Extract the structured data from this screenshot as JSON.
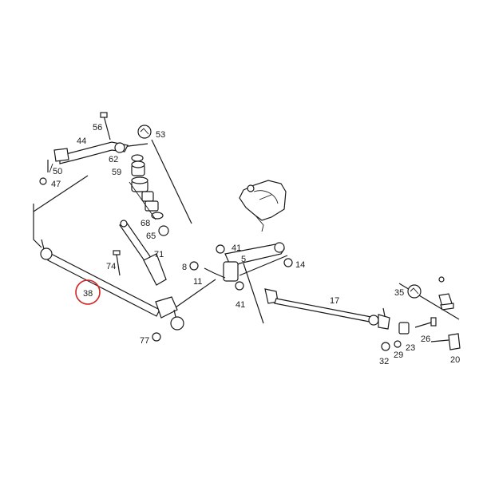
{
  "diagram": {
    "highlight_color": "#d42020",
    "highlighted_label": "38",
    "callouts": [
      {
        "id": "56",
        "text": "56"
      },
      {
        "id": "53",
        "text": "53"
      },
      {
        "id": "44",
        "text": "44"
      },
      {
        "id": "62",
        "text": "62"
      },
      {
        "id": "59",
        "text": "59"
      },
      {
        "id": "50",
        "text": "50"
      },
      {
        "id": "47",
        "text": "47"
      },
      {
        "id": "68",
        "text": "68"
      },
      {
        "id": "65",
        "text": "65"
      },
      {
        "id": "71",
        "text": "71"
      },
      {
        "id": "74",
        "text": "74"
      },
      {
        "id": "41a",
        "text": "41"
      },
      {
        "id": "5",
        "text": "5"
      },
      {
        "id": "8",
        "text": "8"
      },
      {
        "id": "14",
        "text": "14"
      },
      {
        "id": "11",
        "text": "11"
      },
      {
        "id": "41b",
        "text": "41"
      },
      {
        "id": "38",
        "text": "38"
      },
      {
        "id": "17",
        "text": "17"
      },
      {
        "id": "35",
        "text": "35"
      },
      {
        "id": "77",
        "text": "77"
      },
      {
        "id": "26",
        "text": "26"
      },
      {
        "id": "23",
        "text": "23"
      },
      {
        "id": "29",
        "text": "29"
      },
      {
        "id": "32",
        "text": "32"
      },
      {
        "id": "20",
        "text": "20"
      }
    ]
  }
}
